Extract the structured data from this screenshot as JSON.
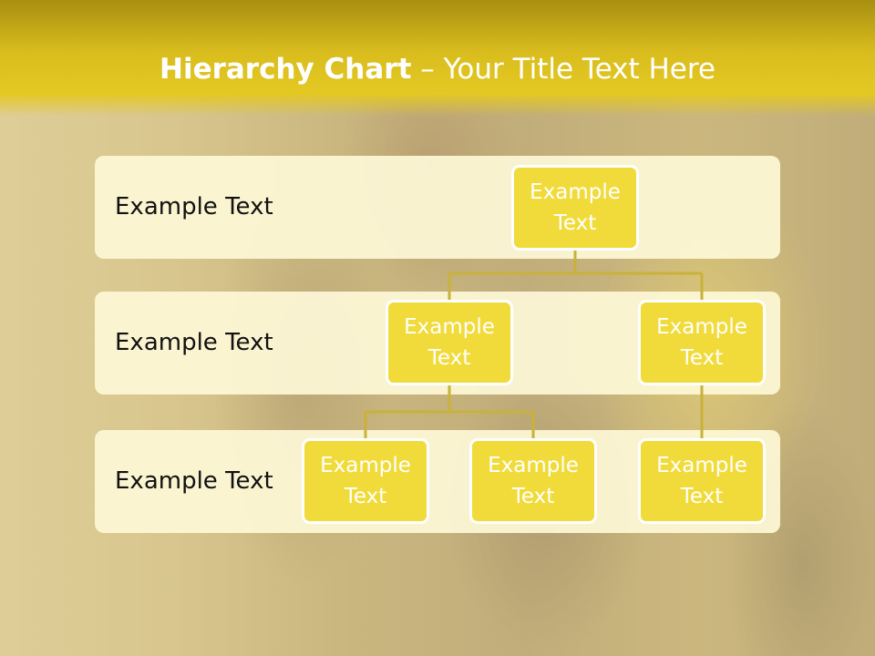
{
  "slide": {
    "title_bold": "Hierarchy Chart",
    "title_rest": " – Your Title Text Here"
  },
  "levels": [
    {
      "label": "Example Text"
    },
    {
      "label": "Example Text"
    },
    {
      "label": "Example Text"
    }
  ],
  "nodes": [
    {
      "text": "Example Text"
    },
    {
      "text": "Example Text"
    },
    {
      "text": "Example Text"
    },
    {
      "text": "Example Text"
    },
    {
      "text": "Example Text"
    },
    {
      "text": "Example Text"
    }
  ],
  "colors": {
    "title_bar": "#d9bd1e",
    "node_fill": "#f1db3a",
    "band_fill": "#fdf8d6",
    "connector": "#c9b23a"
  }
}
